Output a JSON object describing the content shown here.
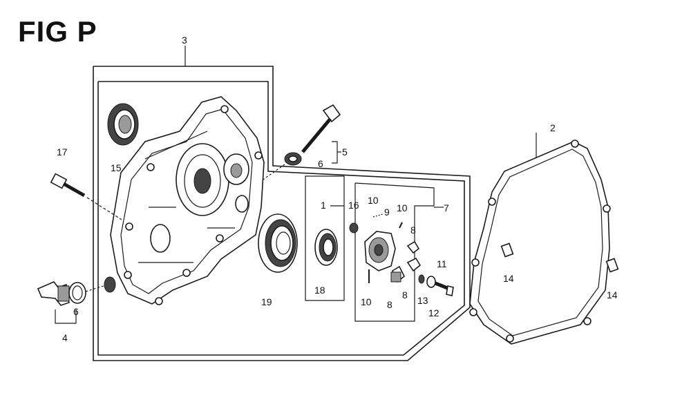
{
  "title": "FIG P",
  "labels": {
    "p1": "1",
    "p2": "2",
    "p3": "3",
    "p4": "4",
    "p5": "5",
    "p6a": "6",
    "p6b": "6",
    "p7": "7",
    "p8a": "8",
    "p8b": "8",
    "p8c": "8",
    "p9": "9",
    "p10a": "10",
    "p10b": "10",
    "p10c": "10",
    "p11": "11",
    "p12": "12",
    "p13": "13",
    "p14a": "14",
    "p14b": "14",
    "p15": "15",
    "p16": "16",
    "p17": "17",
    "p18": "18",
    "p19": "19"
  }
}
